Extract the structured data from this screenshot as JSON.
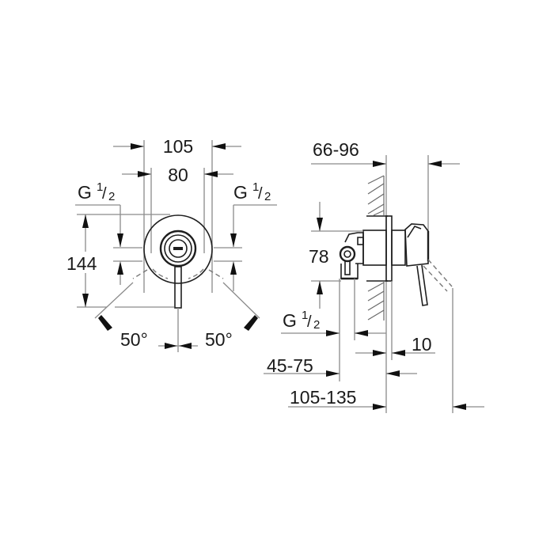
{
  "drawing": {
    "title": "Concealed shower mixer dimension drawing",
    "colors": {
      "line": "#8a8a8a",
      "outline": "#1e1e1e",
      "text": "#1a1a1a",
      "background": "#ffffff"
    },
    "front_view": {
      "dim_overall_width": "105",
      "dim_inner_width": "80",
      "thread_left": {
        "G": "G",
        "num": "1",
        "den": "2"
      },
      "thread_right": {
        "G": "G",
        "num": "1",
        "den": "2"
      },
      "dim_height": "144",
      "angle_left": "50°",
      "angle_right": "50°"
    },
    "side_view": {
      "dim_wall_depth": "66-96",
      "dim_center_height": "78",
      "thread": {
        "G": "G",
        "num": "1",
        "den": "2"
      },
      "dim_rough_depth": "45-75",
      "dim_plate": "10",
      "dim_total_depth": "105-135"
    }
  }
}
